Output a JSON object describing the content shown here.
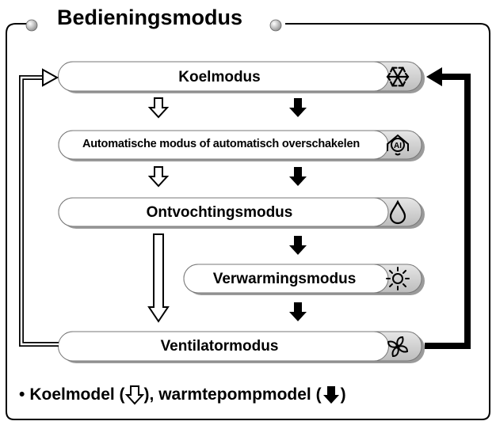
{
  "title": "Bedieningsmodus",
  "modes": [
    {
      "label": "Koelmodus",
      "icon": "snowflake-icon"
    },
    {
      "label": "Automatische modus of automatisch overschakelen",
      "icon": "auto-ai-icon"
    },
    {
      "label": "Ontvochtingsmodus",
      "icon": "water-drop-icon"
    },
    {
      "label": "Verwarmingsmodus",
      "icon": "sun-icon"
    },
    {
      "label": "Ventilatormodus",
      "icon": "fan-icon"
    }
  ],
  "footer": {
    "bullet": "•",
    "part1": "Koelmodel (",
    "part2": "), warmtepompmodel (",
    "part3": ")"
  },
  "colors": {
    "border": "#000000",
    "pill_fill": "#ffffff",
    "pill_icon_fill": "#d4d4d4",
    "shadow": "#9a9a9a"
  }
}
